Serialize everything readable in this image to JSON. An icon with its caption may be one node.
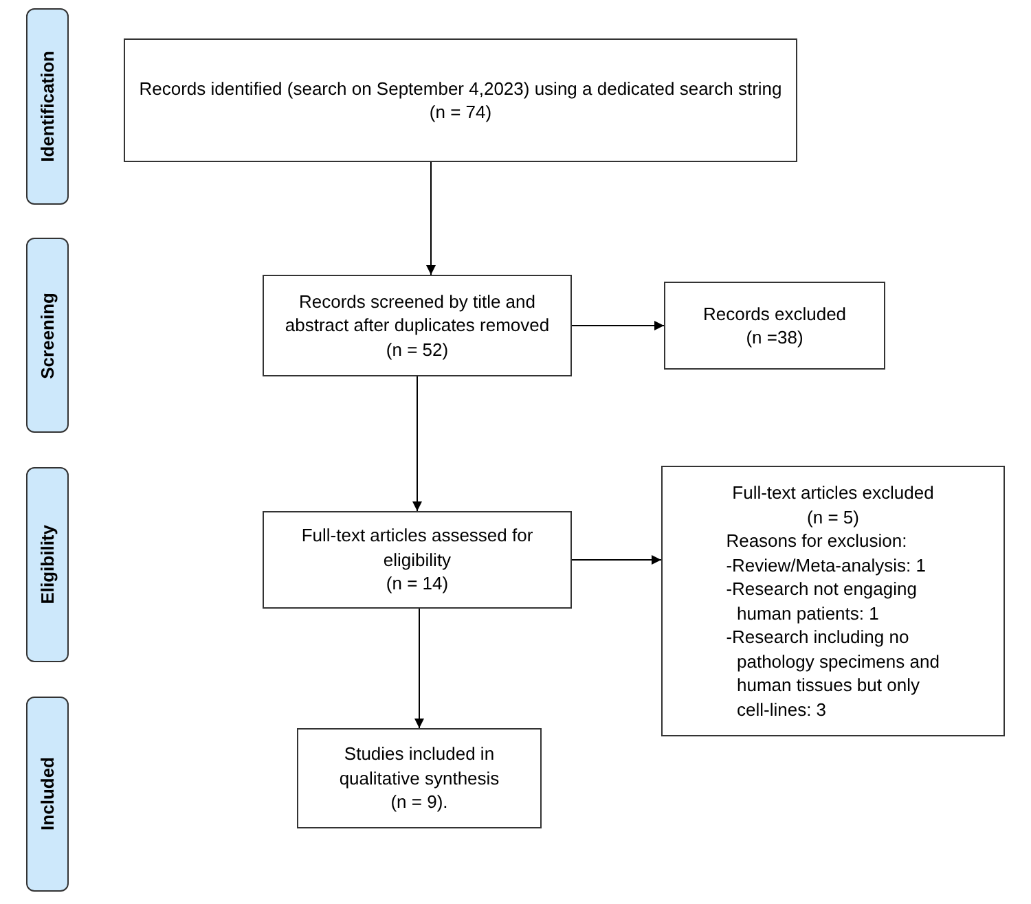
{
  "diagram": {
    "nodes": [
      {
        "text": [
          "Identification"
        ]
      },
      {
        "text": [
          "Screening"
        ]
      },
      {
        "text": [
          "Eligibility"
        ]
      },
      {
        "text": [
          "Included"
        ]
      },
      {
        "text": [
          "Records identified (search on September 4,2023) using a dedicated search string",
          "(n = 74)"
        ]
      },
      {
        "text": [
          "Records screened by title and abstract after duplicates removed",
          "(n = 52)"
        ]
      },
      {
        "text": [
          "Records excluded",
          "(n =38)"
        ]
      },
      {
        "text": [
          "Full-text articles assessed for eligibility",
          "(n = 14)"
        ]
      },
      {
        "text": [
          "Full-text articles excluded",
          "(n = 5)",
          "Reasons for exclusion:",
          "-Review/Meta-analysis: 1",
          "-Research not engaging human patients: 1",
          "-Research including no pathology specimens and human tissues but only cell-lines: 3"
        ]
      },
      {
        "text": [
          "Studies included in qualitative synthesis",
          "(n = 9)."
        ]
      }
    ],
    "edges": [
      {
        "from": 4,
        "to": 5,
        "arrow": "to"
      },
      {
        "from": 5,
        "to": 6,
        "arrow": "to"
      },
      {
        "from": 5,
        "to": 7,
        "arrow": "to"
      },
      {
        "from": 7,
        "to": 8,
        "arrow": "to"
      },
      {
        "from": 7,
        "to": 9,
        "arrow": "to"
      }
    ]
  }
}
